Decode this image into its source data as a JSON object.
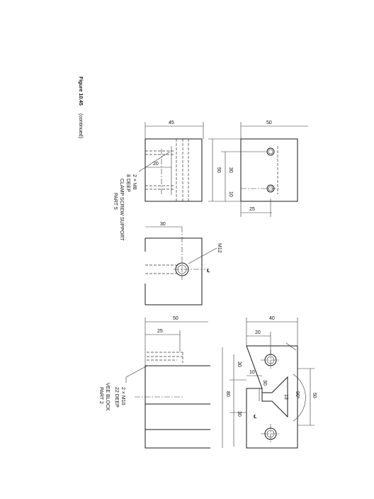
{
  "figure": {
    "number": "Figure 10.45",
    "note": "(continued)"
  },
  "clamp_screw_support": {
    "caption_line1": "CLAMP SCREW SUPPORT",
    "caption_line2": "PART 5",
    "callout_line1": "2 × M8",
    "callout_line2": "8 DEEP",
    "dims": {
      "width_total": "45",
      "hole_offset": "20",
      "side_width": "50",
      "height": "50",
      "hole_pitch": "30",
      "edge_10": "10",
      "base_25": "25",
      "plan_offset": "30",
      "thread": "M12"
    }
  },
  "vee_block": {
    "caption_line1": "VEE BLOCK",
    "caption_line2": "PART 2",
    "callout_line1": "2 × M10",
    "callout_line2": "22 DEEP",
    "dims": {
      "top_50": "50",
      "top_25": "25",
      "right_40": "40",
      "right_20": "20",
      "left_30a": "30",
      "left_80": "80",
      "left_30b": "30",
      "vee_10": "10",
      "vee_30": "30",
      "vee_13": "13",
      "angle": "90°",
      "side_50": "50"
    }
  }
}
